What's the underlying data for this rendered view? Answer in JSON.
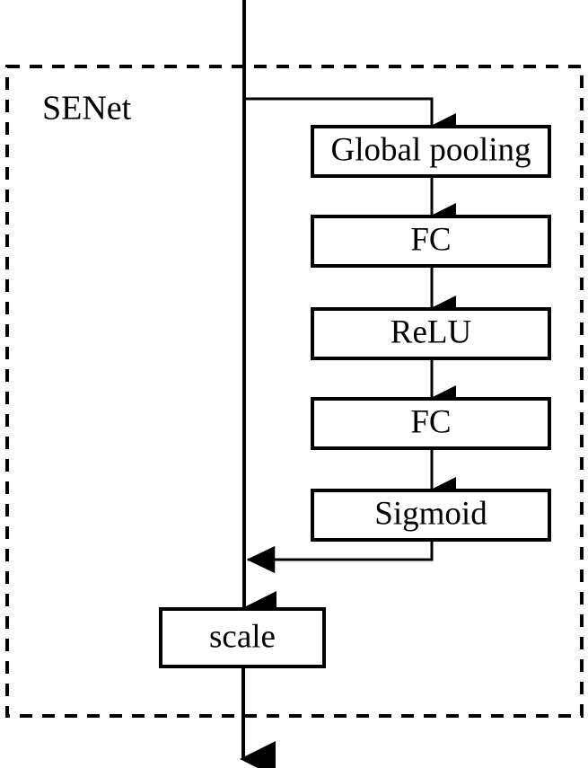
{
  "diagram": {
    "title": "SENet",
    "group_label": "SENet",
    "colors": {
      "stroke": "#000000",
      "background": "#ffffff",
      "text": "#000000"
    },
    "group_border_style": "dashed",
    "blocks": [
      {
        "id": "global-pooling",
        "label": "Global pooling"
      },
      {
        "id": "fc-1",
        "label": "FC"
      },
      {
        "id": "relu",
        "label": "ReLU"
      },
      {
        "id": "fc-2",
        "label": "FC"
      },
      {
        "id": "sigmoid",
        "label": "Sigmoid"
      },
      {
        "id": "scale",
        "label": "scale"
      }
    ],
    "connections": [
      {
        "from": "input-trunk",
        "to": "global-pooling",
        "kind": "branch-right-down"
      },
      {
        "from": "global-pooling",
        "to": "fc-1",
        "kind": "straight-down"
      },
      {
        "from": "fc-1",
        "to": "relu",
        "kind": "straight-down"
      },
      {
        "from": "relu",
        "to": "fc-2",
        "kind": "straight-down"
      },
      {
        "from": "fc-2",
        "to": "sigmoid",
        "kind": "straight-down"
      },
      {
        "from": "sigmoid",
        "to": "trunk",
        "kind": "down-left-arrow"
      },
      {
        "from": "trunk",
        "to": "scale",
        "kind": "straight-down"
      },
      {
        "from": "scale",
        "to": "output",
        "kind": "straight-down"
      }
    ]
  }
}
